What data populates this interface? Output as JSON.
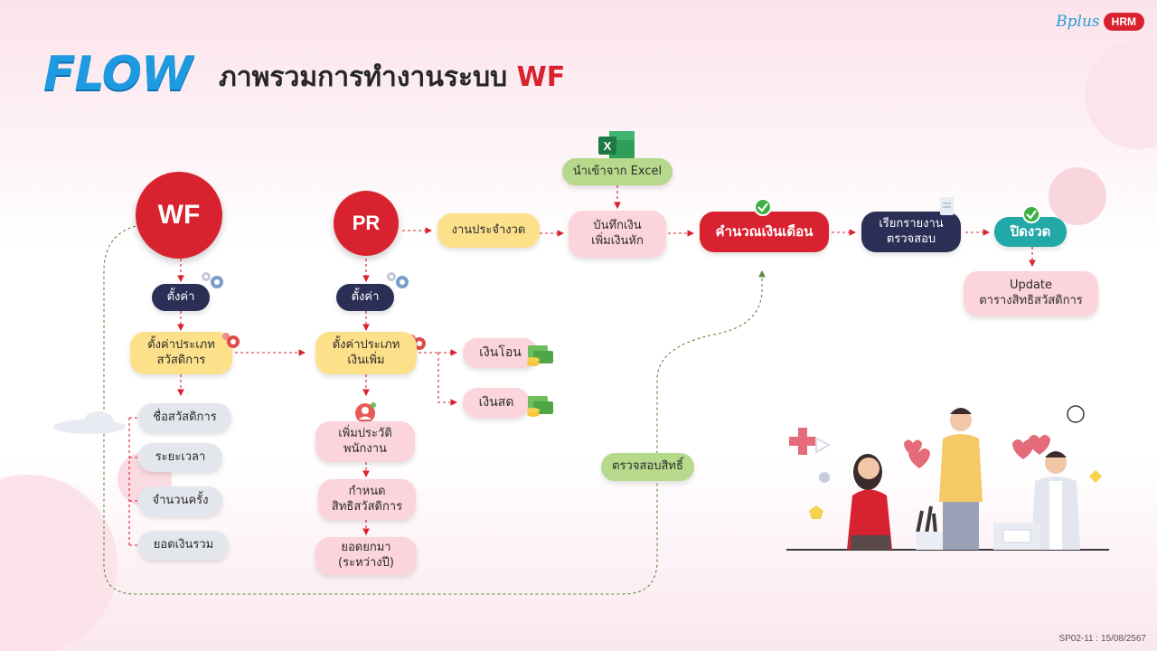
{
  "header": {
    "logo": "FLOW",
    "title_main": "ภาพรวมการทำงานระบบ",
    "title_accent": "WF",
    "brand_name": "Bplus",
    "brand_badge": "HRM"
  },
  "wf_column": {
    "circle": "WF",
    "setup": "ตั้งค่า",
    "welfare_type": "ตั้งค่าประเภท\nสวัสดิการ",
    "fields": [
      "ชื่อสวัสดิการ",
      "ระยะเวลา",
      "จำนวนครั้ง",
      "ยอดเงินรวม"
    ]
  },
  "pr_column": {
    "circle": "PR",
    "setup": "ตั้งค่า",
    "income_type": "ตั้งค่าประเภท\nเงินเพิ่ม",
    "transfer": "เงินโอน",
    "cash": "เงินสด",
    "add_history": "เพิ่มประวัติ\nพนักงาน",
    "define_rights": "กำหนด\nสิทธิสวัสดิการ",
    "carry_forward": "ยอดยกมา\n(ระหว่างปี)"
  },
  "process": {
    "import_excel": "นำเข้าจาก Excel",
    "excel_icon_letter": "X",
    "period_work": "งานประจำงวด",
    "record_income": "บันทึกเงิน\nเพิ่มเงินหัก",
    "calc_salary": "คำนวณเงินเดือน",
    "report_check": "เรียกรายงาน\nตรวจสอบ",
    "close_period": "ปิดงวด",
    "update_rights": "Update\nตารางสิทธิสวัสดิการ",
    "check_rights": "ตรวจสอบสิทธิ์"
  },
  "footer": {
    "code": "SP02-11 : 15/08/2567"
  }
}
